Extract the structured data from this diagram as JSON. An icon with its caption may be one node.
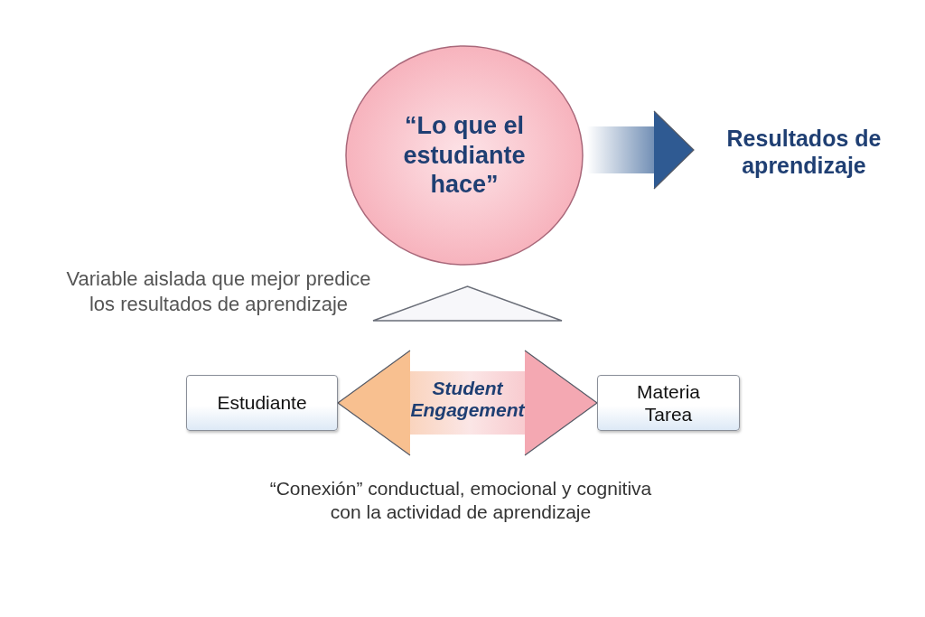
{
  "diagram": {
    "nodes": [
      {
        "text": [
          "“Lo que el estudiante hace”"
        ]
      },
      {
        "text": [
          "Resultados de aprendizaje"
        ]
      },
      {
        "text": [
          "Estudiante"
        ]
      },
      {
        "text": [
          "Materia Tarea"
        ]
      },
      {
        "text": [],
        "shape": "triangle"
      }
    ],
    "edges": [
      {
        "from": 0,
        "to": 1,
        "arrow": "to",
        "style": "thick"
      },
      {
        "from": 2,
        "to": 3,
        "arrow": "both",
        "style": "thick",
        "label": "Student Engagement"
      }
    ],
    "labels": [
      "Variable aislada que mejor predice los resultados de aprendizaje",
      "“Conexión” conductual, emocional y cognitiva con la actividad de aprendizaje"
    ]
  }
}
